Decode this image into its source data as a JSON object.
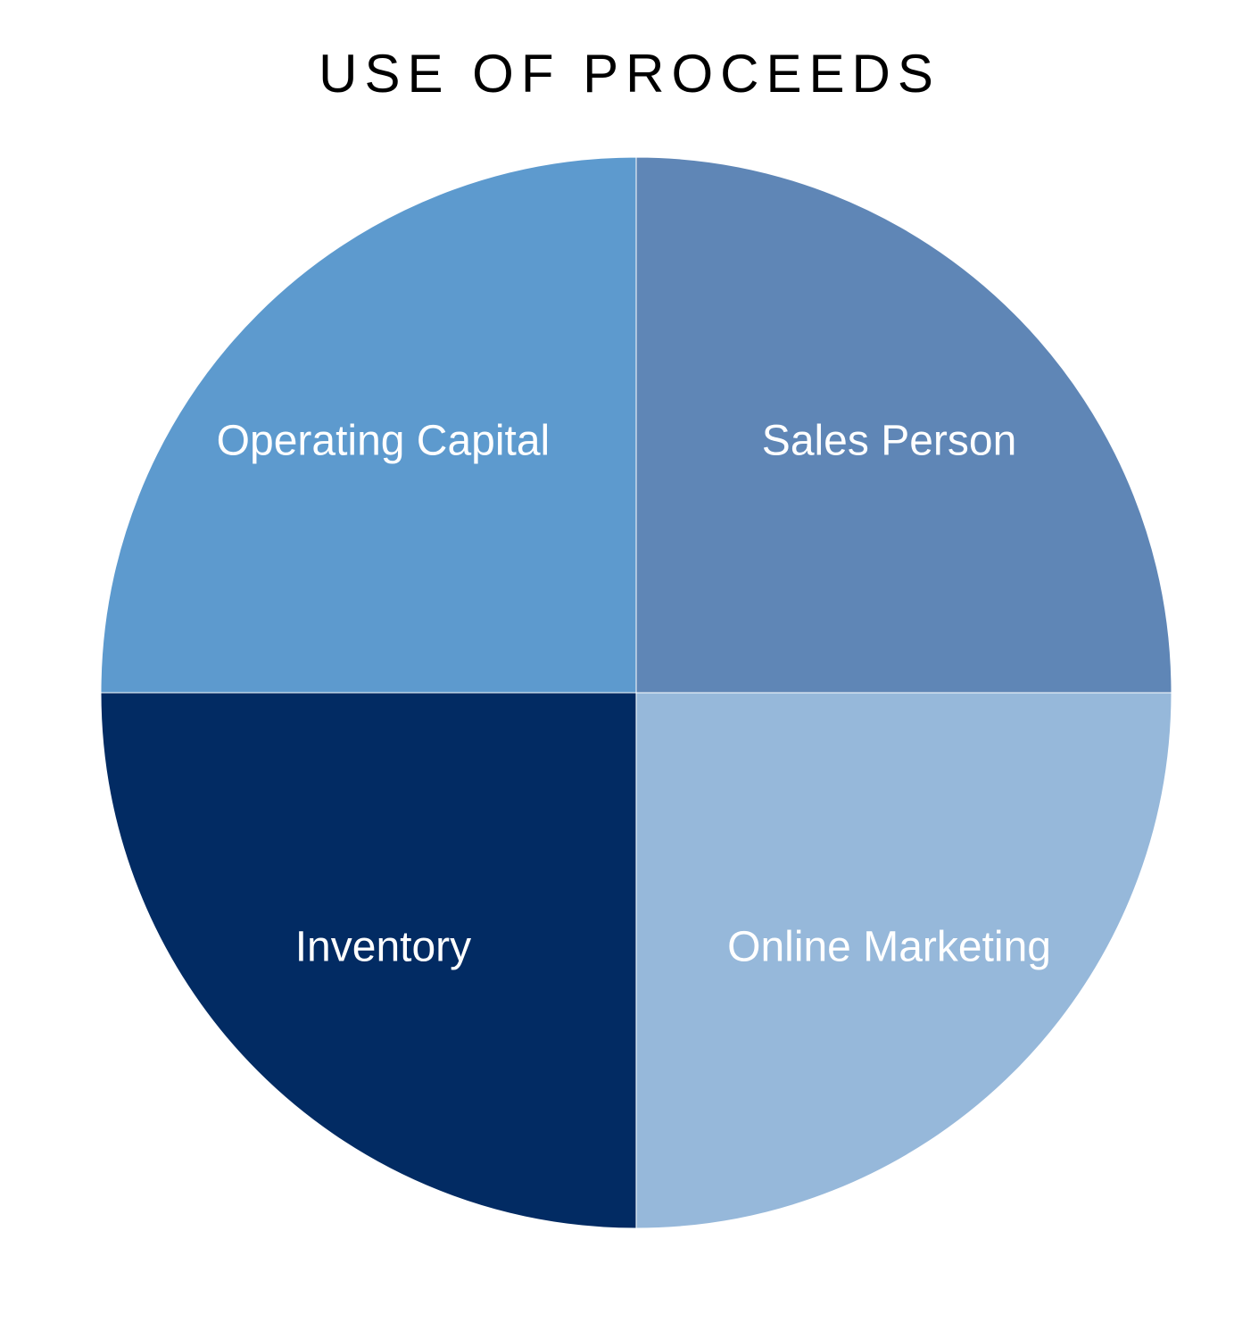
{
  "chart_data": {
    "type": "pie",
    "title": "USE OF PROCEEDS",
    "categories": [
      "Sales Person",
      "Online Marketing",
      "Inventory",
      "Operating Capital"
    ],
    "values": [
      25,
      25,
      25,
      25
    ],
    "colors": [
      "#5F86B6",
      "#96B8DA",
      "#022B63",
      "#5D9ACE"
    ],
    "label_color": "#FFFFFF",
    "start": "12 o'clock, clockwise",
    "legend": "none (labels inside slices)"
  }
}
